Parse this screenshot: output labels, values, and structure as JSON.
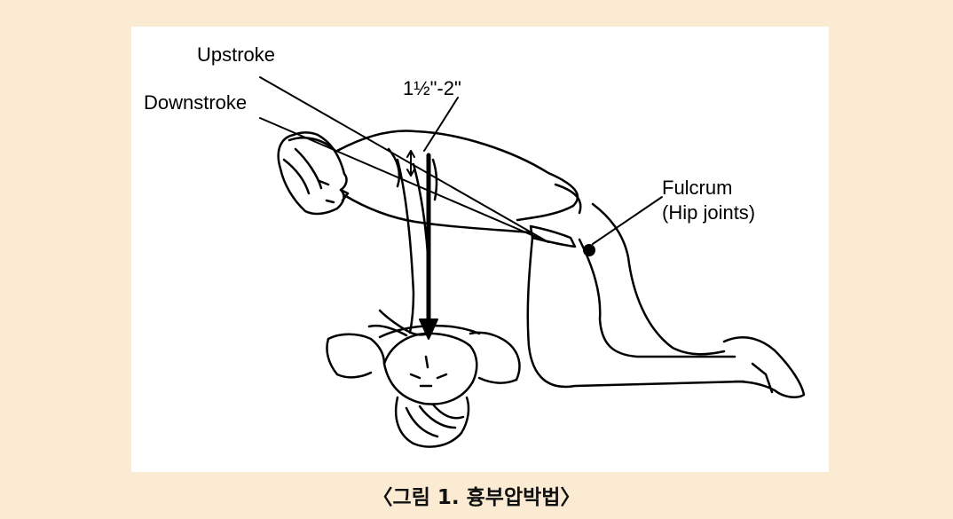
{
  "labels": {
    "upstroke": "Upstroke",
    "downstroke": "Downstroke",
    "depth": "1½\"-2\"",
    "fulcrum_line1": "Fulcrum",
    "fulcrum_line2": "(Hip joints)"
  },
  "caption": "〈그림 1. 흉부압박법〉",
  "colors": {
    "background": "#faebd2",
    "panel": "#ffffff",
    "ink": "#000000"
  }
}
